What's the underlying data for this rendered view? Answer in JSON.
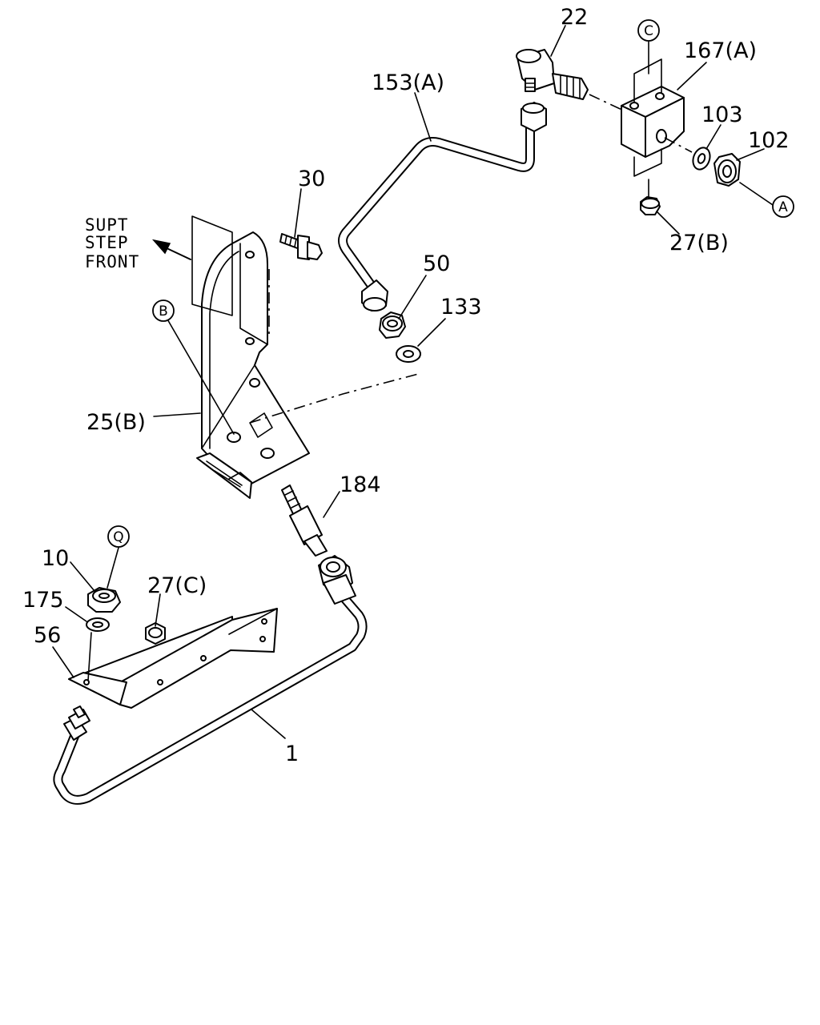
{
  "diagram": {
    "direction_note": [
      "SUPT",
      "STEP",
      "FRONT"
    ],
    "callouts": {
      "p22": "22",
      "p167a": "167(A)",
      "p153a": "153(A)",
      "p103": "103",
      "p102": "102",
      "p27b": "27(B)",
      "p30": "30",
      "p50": "50",
      "p133": "133",
      "p25b": "25(B)",
      "p184": "184",
      "p10": "10",
      "p175": "175",
      "p27c": "27(C)",
      "p56": "56",
      "p1": "1"
    },
    "reference_marks": {
      "a": "A",
      "b": "B",
      "c": "C",
      "q": "Q"
    }
  }
}
